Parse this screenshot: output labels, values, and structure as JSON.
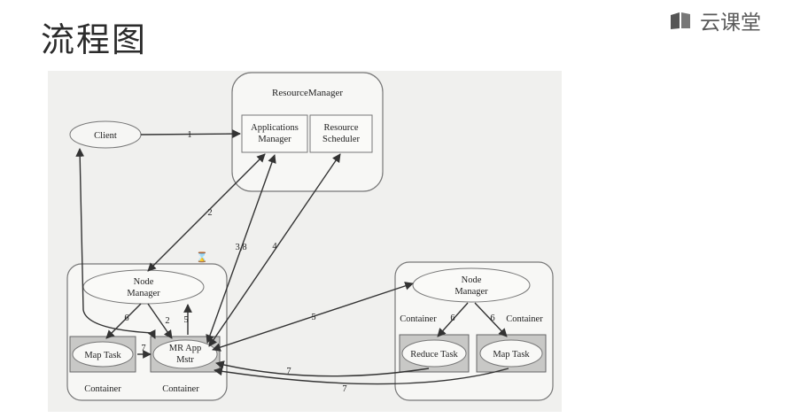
{
  "header": {
    "title": "流程图",
    "brand": "云课堂"
  },
  "diagram": {
    "resource_manager": "ResourceManager",
    "applications_manager": [
      "Applications",
      "Manager"
    ],
    "resource_scheduler": [
      "Resource",
      "Scheduler"
    ],
    "client": "Client",
    "node_manager_left": [
      "Node",
      "Manager"
    ],
    "node_manager_right": [
      "Node",
      "Manager"
    ],
    "map_task_left": "Map Task",
    "mr_app_mstr": [
      "MR App",
      "Mstr"
    ],
    "reduce_task": "Reduce Task",
    "map_task_right": "Map Task",
    "container_label": "Container",
    "edge_labels": [
      "1",
      "2",
      "3,8",
      "4",
      "5",
      "6",
      "2",
      "5",
      "7",
      "7",
      "6",
      "6",
      "7"
    ]
  }
}
